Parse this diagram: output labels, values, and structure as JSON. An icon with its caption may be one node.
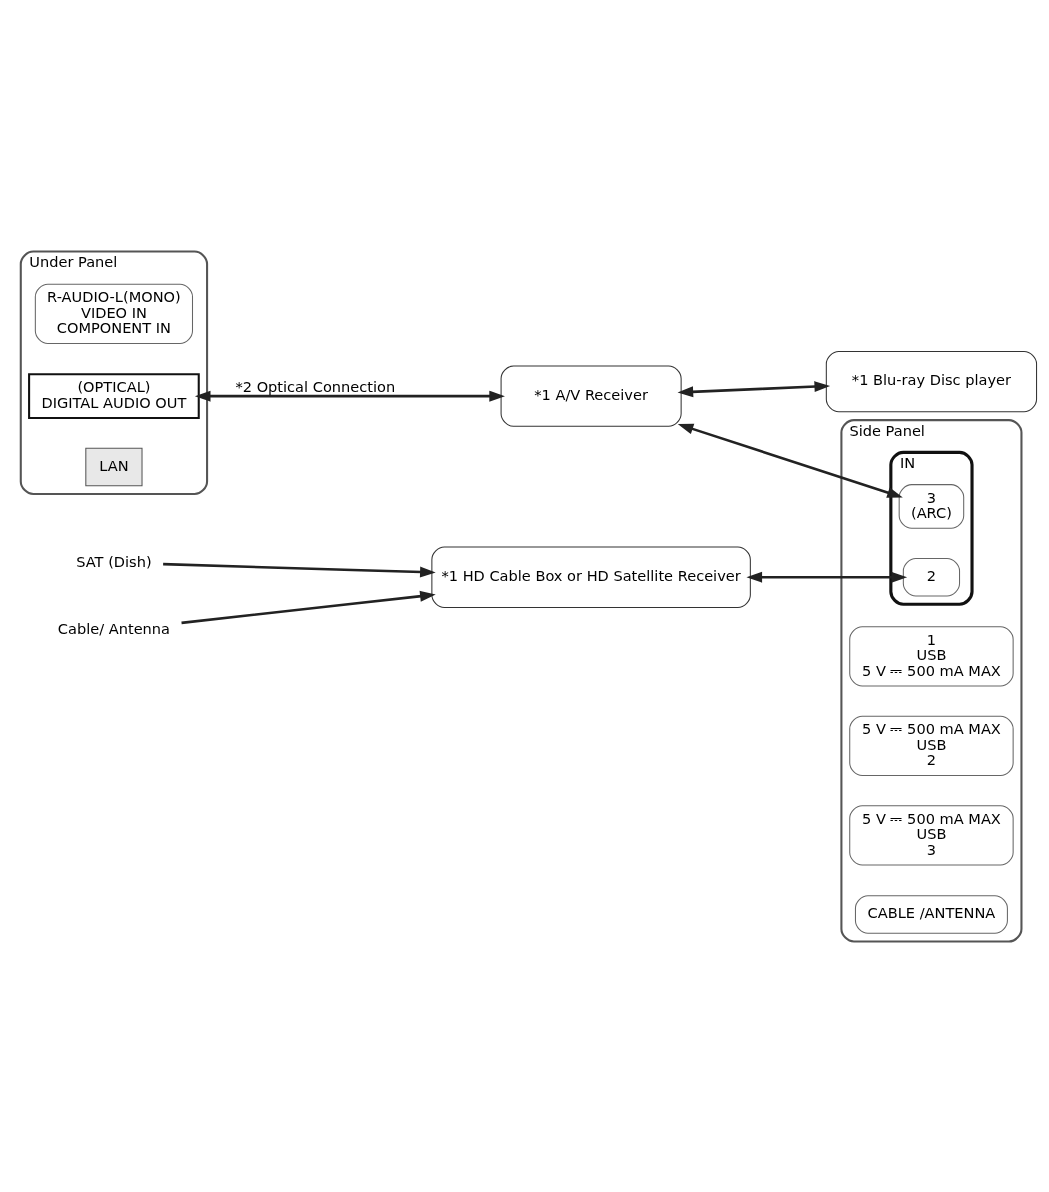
{
  "diagram": {
    "nodes": [
      {
        "text": [
          "Under Panel"
        ]
      },
      {
        "text": [
          "R-AUDIO-L(MONO)",
          "VIDEO IN",
          "COMPONENT IN"
        ],
        "in": 0
      },
      {
        "text": [
          "(OPTICAL)",
          "DIGITAL AUDIO OUT"
        ],
        "in": 0
      },
      {
        "text": [
          "LAN"
        ],
        "in": 0
      },
      {
        "text": [
          "Side Panel"
        ]
      },
      {
        "text": [
          "1",
          "USB",
          "5 V ⎓ 500 mA MAX"
        ],
        "in": 4
      },
      {
        "text": [
          "5 V ⎓ 500 mA MAX",
          "USB",
          "2"
        ],
        "in": 4
      },
      {
        "text": [
          "5 V ⎓ 500 mA MAX",
          "USB",
          "3"
        ],
        "in": 4
      },
      {
        "text": [
          "IN"
        ],
        "in": 4
      },
      {
        "text": [
          "2"
        ],
        "in": 8
      },
      {
        "text": [
          "3",
          "(ARC)"
        ],
        "in": 8
      },
      {
        "text": [
          "CABLE /ANTENNA"
        ],
        "in": 4
      },
      {
        "text": [
          "*1 A/V Receiver"
        ]
      },
      {
        "text": [
          "*1 Blu-ray Disc player"
        ]
      },
      {
        "text": [
          "*1 HD Cable Box or HD Satellite Receiver"
        ]
      },
      {
        "text": [
          "SAT (Dish)"
        ]
      },
      {
        "text": [
          "Cable/ Antenna"
        ]
      }
    ],
    "edges": [
      {
        "from": 2,
        "to": 12,
        "arrow": "both",
        "label": "*2 Optical Connection"
      },
      {
        "from": 12,
        "to": 13,
        "arrow": "both"
      },
      {
        "from": 12,
        "to": 10,
        "arrow": "both"
      },
      {
        "from": 14,
        "to": 9,
        "arrow": "both"
      },
      {
        "from": 15,
        "to": 14,
        "arrow": "to"
      },
      {
        "from": 16,
        "to": 14,
        "arrow": "to"
      }
    ]
  }
}
